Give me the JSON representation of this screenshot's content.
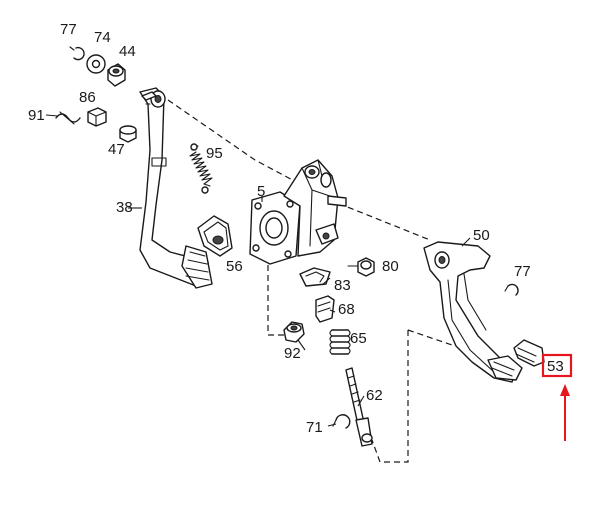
{
  "diagram": {
    "callouts": {
      "p77a": "77",
      "p74": "74",
      "p44": "44",
      "p91": "91",
      "p86": "86",
      "p47": "47",
      "p95": "95",
      "p38": "38",
      "p5": "5",
      "p56": "56",
      "p83": "83",
      "p80": "80",
      "p68": "68",
      "p92": "92",
      "p65": "65",
      "p62": "62",
      "p71": "71",
      "p50": "50",
      "p77b": "77",
      "p53": "53"
    },
    "highlight": {
      "part": "53",
      "box_color": "#e8141e",
      "arrow_color": "#e8141e"
    }
  }
}
